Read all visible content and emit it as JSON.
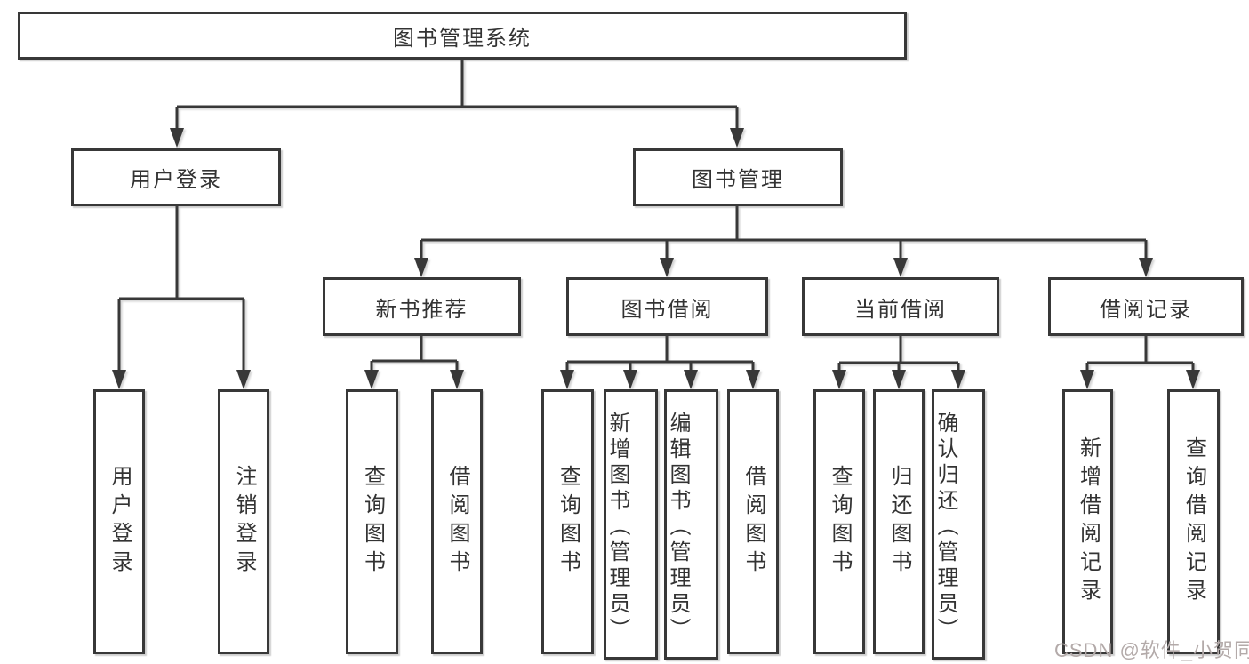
{
  "diagram_title": "图书管理系统",
  "watermark": "CSDN @软件_小贺同学",
  "colors": {
    "line": "#383838",
    "box_border": "#383838",
    "text": "#333333",
    "watermark": "#b3aaa9",
    "background": "#ffffff"
  },
  "tree": {
    "label": "图书管理系统",
    "children": [
      {
        "label": "用户登录",
        "children": [
          {
            "label": "用户登录"
          },
          {
            "label": "注销登录"
          }
        ]
      },
      {
        "label": "图书管理",
        "children": [
          {
            "label": "新书推荐",
            "children": [
              {
                "label": "查询图书"
              },
              {
                "label": "借阅图书"
              }
            ]
          },
          {
            "label": "图书借阅",
            "children": [
              {
                "label": "查询图书"
              },
              {
                "label": "新增图书（管理员）"
              },
              {
                "label": "编辑图书（管理员）"
              },
              {
                "label": "借阅图书"
              }
            ]
          },
          {
            "label": "当前借阅",
            "children": [
              {
                "label": "查询图书"
              },
              {
                "label": "归还图书"
              },
              {
                "label": "确认归还（管理员）"
              }
            ]
          },
          {
            "label": "借阅记录",
            "children": [
              {
                "label": "新增借阅记录"
              },
              {
                "label": "查询借阅记录"
              }
            ]
          }
        ]
      }
    ]
  }
}
